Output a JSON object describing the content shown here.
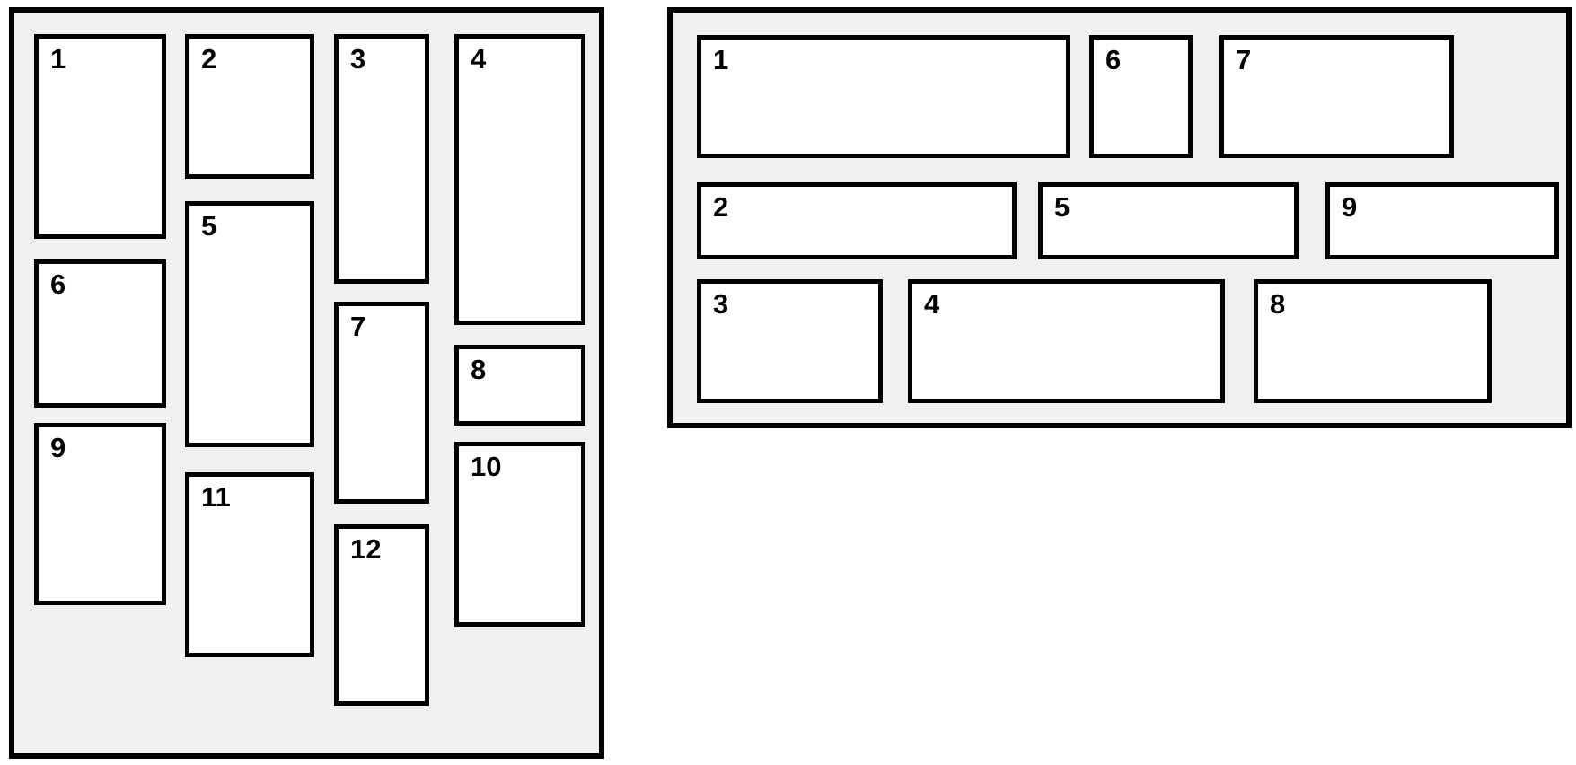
{
  "colors": {
    "page_bg": "#ffffff",
    "panel_bg": "#f0f0f0",
    "tile_bg": "#ffffff",
    "border": "#000000",
    "text": "#000000"
  },
  "left_panel": {
    "name": "vertical-masonry-columns",
    "tiles": [
      {
        "label": "1"
      },
      {
        "label": "2"
      },
      {
        "label": "3"
      },
      {
        "label": "4"
      },
      {
        "label": "5"
      },
      {
        "label": "6"
      },
      {
        "label": "7"
      },
      {
        "label": "8"
      },
      {
        "label": "9"
      },
      {
        "label": "10"
      },
      {
        "label": "11"
      },
      {
        "label": "12"
      }
    ]
  },
  "right_panel": {
    "name": "horizontal-masonry-rows",
    "tiles": [
      {
        "label": "1"
      },
      {
        "label": "2"
      },
      {
        "label": "3"
      },
      {
        "label": "4"
      },
      {
        "label": "5"
      },
      {
        "label": "6"
      },
      {
        "label": "7"
      },
      {
        "label": "8"
      },
      {
        "label": "9"
      }
    ]
  }
}
